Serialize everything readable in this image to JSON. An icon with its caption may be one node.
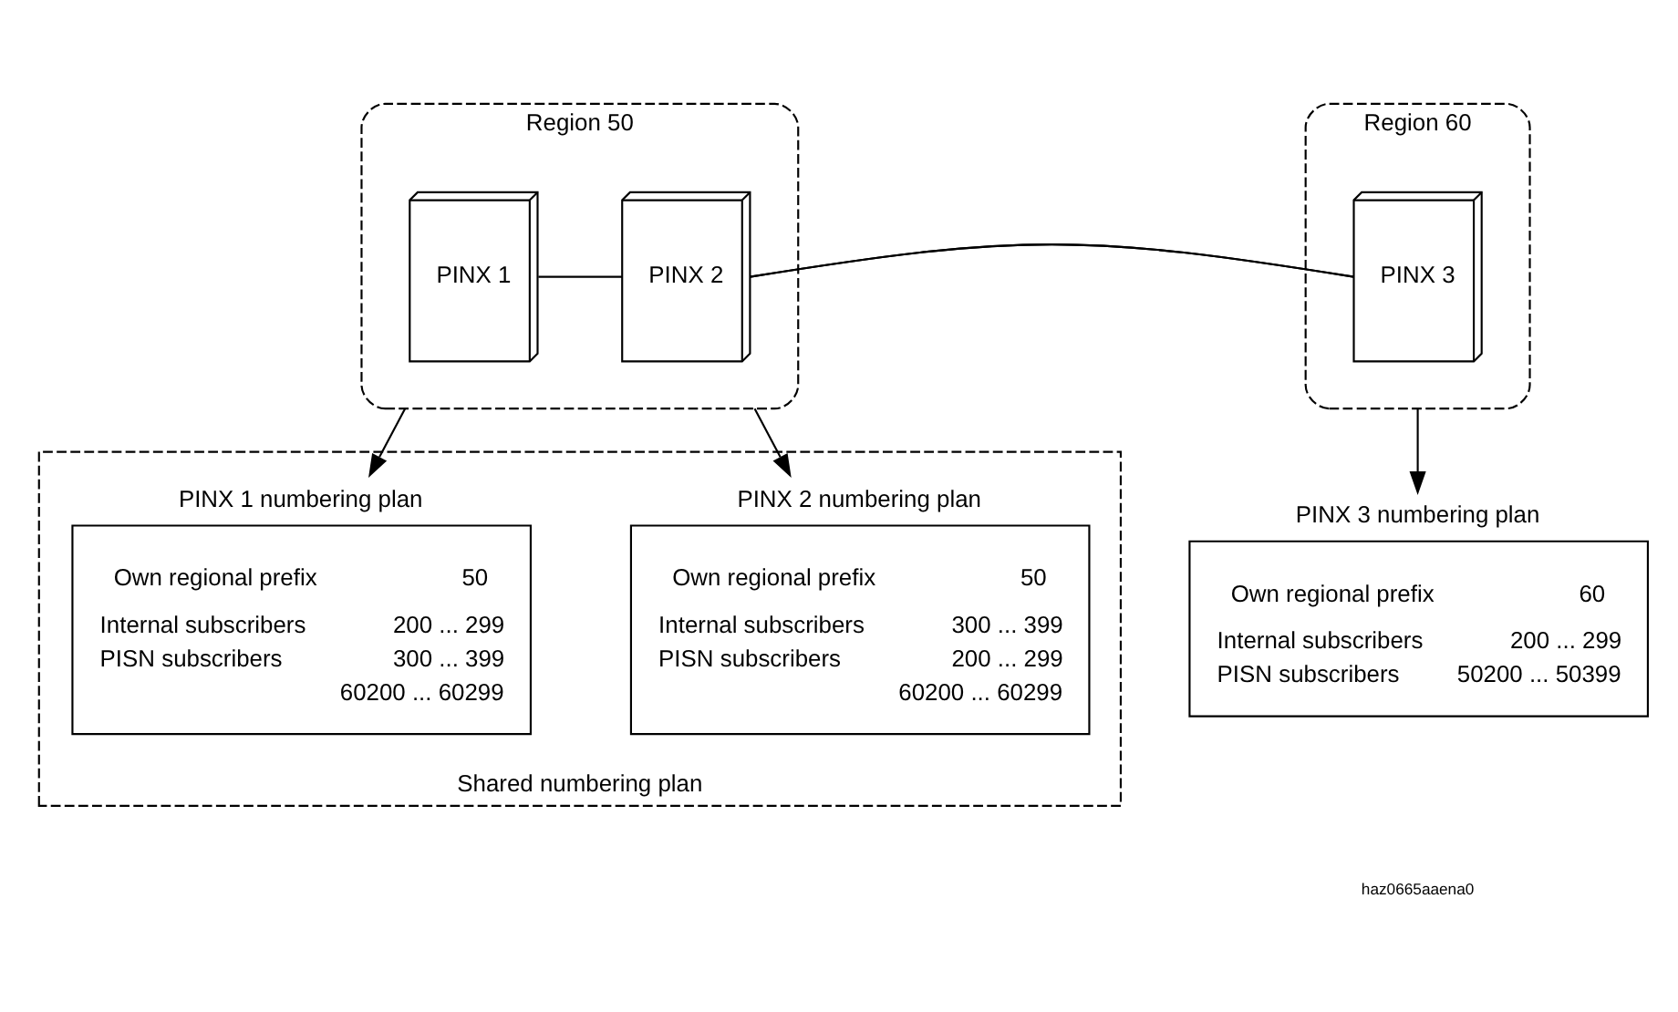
{
  "diagram": {
    "nodes": [
      {
        "text": [
          "Region 50"
        ]
      },
      {
        "text": [
          "PINX 1"
        ],
        "in": 0
      },
      {
        "text": [
          "PINX 2"
        ],
        "in": 0
      },
      {
        "text": [
          "Region 60"
        ]
      },
      {
        "text": [
          "PINX 3"
        ],
        "in": 3
      },
      {
        "text": [
          "Shared numbering plan"
        ]
      },
      {
        "text": [
          "PINX 1 numbering plan",
          "Own regional prefix",
          "50",
          "Internal subscribers",
          "200 ... 299",
          "PISN subscribers",
          "300 ... 399",
          "60200 ... 60299"
        ],
        "in": 5
      },
      {
        "text": [
          "PINX 2 numbering plan",
          "Own regional prefix",
          "50",
          "Internal subscribers",
          "300 ... 399",
          "PISN subscribers",
          "200 ... 299",
          "60200 ... 60299"
        ],
        "in": 5
      },
      {
        "text": [
          "PINX 3 numbering plan",
          "Own regional prefix",
          "60",
          "Internal subscribers",
          "200 ... 299",
          "PISN subscribers",
          "50200 ... 50399"
        ]
      }
    ],
    "edges": [
      {
        "from": 1,
        "to": 2,
        "arrow": "none"
      },
      {
        "from": 2,
        "to": 4,
        "arrow": "none"
      },
      {
        "from": 0,
        "to": 6,
        "arrow": "to"
      },
      {
        "from": 0,
        "to": 7,
        "arrow": "to"
      },
      {
        "from": 3,
        "to": 8,
        "arrow": "to"
      }
    ],
    "labels": [
      "haz0665aaena0"
    ]
  }
}
